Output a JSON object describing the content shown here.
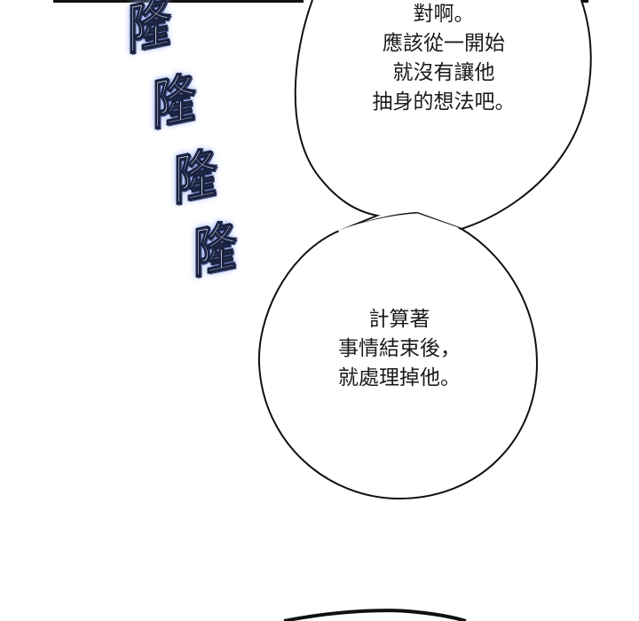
{
  "sound_effect": {
    "chars": [
      "隆",
      "隆",
      "隆",
      "隆"
    ],
    "glow_color": "#8fa6f0",
    "outline_color": "#1a2240"
  },
  "bubbles": [
    {
      "lines": [
        "對啊。",
        "應該從一開始",
        "就沒有讓他",
        "抽身的想法吧。"
      ]
    },
    {
      "lines": [
        "計算著",
        "事情結束後，",
        "就處理掉他。"
      ]
    }
  ],
  "colors": {
    "background": "#ffffff",
    "line": "#111111",
    "text": "#1a1a1a"
  }
}
